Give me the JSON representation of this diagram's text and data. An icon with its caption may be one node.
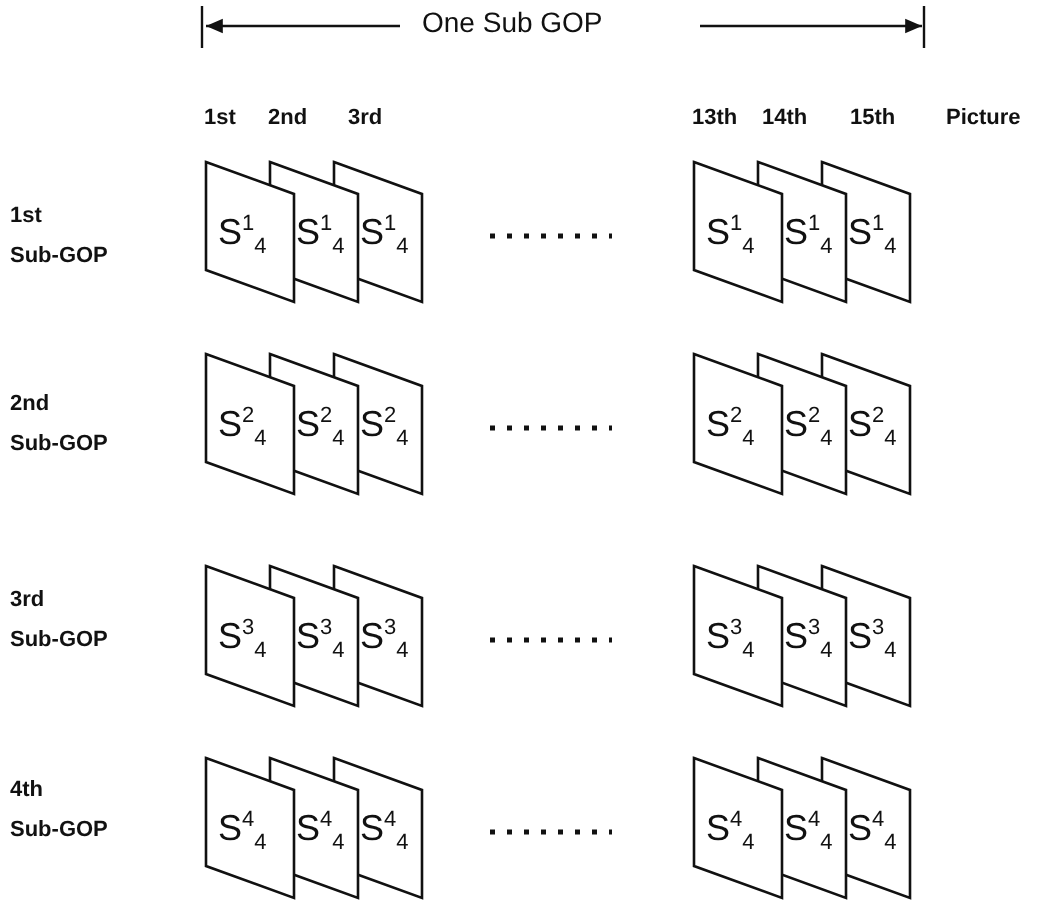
{
  "diagram": {
    "nodes": [
      {
        "text": [
          "S$^{1}$$_{4}$"
        ]
      },
      {
        "text": [
          "S$^{1}$$_{4}$"
        ]
      },
      {
        "text": [
          "S$^{1}$$_{4}$"
        ]
      },
      {
        "text": [
          "S$^{1}$$_{4}$"
        ]
      },
      {
        "text": [
          "S$^{1}$$_{4}$"
        ]
      },
      {
        "text": [
          "S$^{1}$$_{4}$"
        ]
      },
      {
        "text": [
          "S$^{2}$$_{4}$"
        ]
      },
      {
        "text": [
          "S$^{2}$$_{4}$"
        ]
      },
      {
        "text": [
          "S$^{2}$$_{4}$"
        ]
      },
      {
        "text": [
          "S$^{2}$$_{4}$"
        ]
      },
      {
        "text": [
          "S$^{2}$$_{4}$"
        ]
      },
      {
        "text": [
          "S$^{2}$$_{4}$"
        ]
      },
      {
        "text": [
          "S$^{3}$$_{4}$"
        ]
      },
      {
        "text": [
          "S$^{3}$$_{4}$"
        ]
      },
      {
        "text": [
          "S$^{3}$$_{4}$"
        ]
      },
      {
        "text": [
          "S$^{3}$$_{4}$"
        ]
      },
      {
        "text": [
          "S$^{3}$$_{4}$"
        ]
      },
      {
        "text": [
          "S$^{3}$$_{4}$"
        ]
      },
      {
        "text": [
          "S$^{4}$$_{4}$"
        ]
      },
      {
        "text": [
          "S$^{4}$$_{4}$"
        ]
      },
      {
        "text": [
          "S$^{4}$$_{4}$"
        ]
      },
      {
        "text": [
          "S$^{4}$$_{4}$"
        ]
      },
      {
        "text": [
          "S$^{4}$$_{4}$"
        ]
      },
      {
        "text": [
          "S$^{4}$$_{4}$"
        ]
      }
    ],
    "labels": [
      "One Sub GOP",
      "1st",
      "2nd",
      "3rd",
      "13th",
      "14th",
      "15th",
      "Picture",
      "1st Sub-GOP",
      "2nd Sub-GOP",
      "3rd Sub-GOP",
      "4th Sub-GOP"
    ]
  }
}
